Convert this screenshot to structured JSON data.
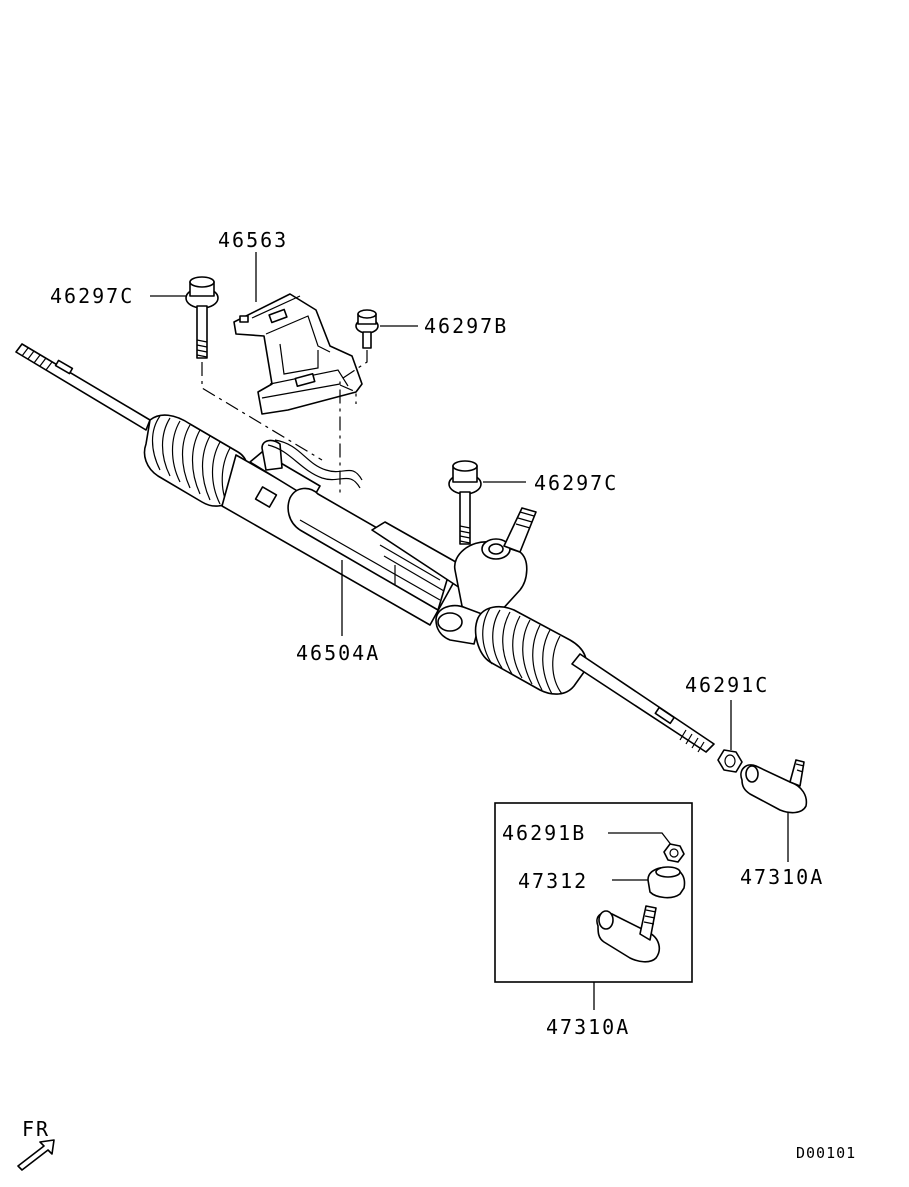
{
  "labels": {
    "bracket": "46563",
    "bolt_left": "46297C",
    "bolt_small": "46297B",
    "bolt_right": "46297C",
    "gear_assy": "46504A",
    "lock_nut": "46291C",
    "tie_rod_end": "47310A",
    "kit_nut": "46291B",
    "kit_boot": "47312",
    "kit_assy": "47310A"
  },
  "direction_label": "FR",
  "diagram_code": "D00101"
}
